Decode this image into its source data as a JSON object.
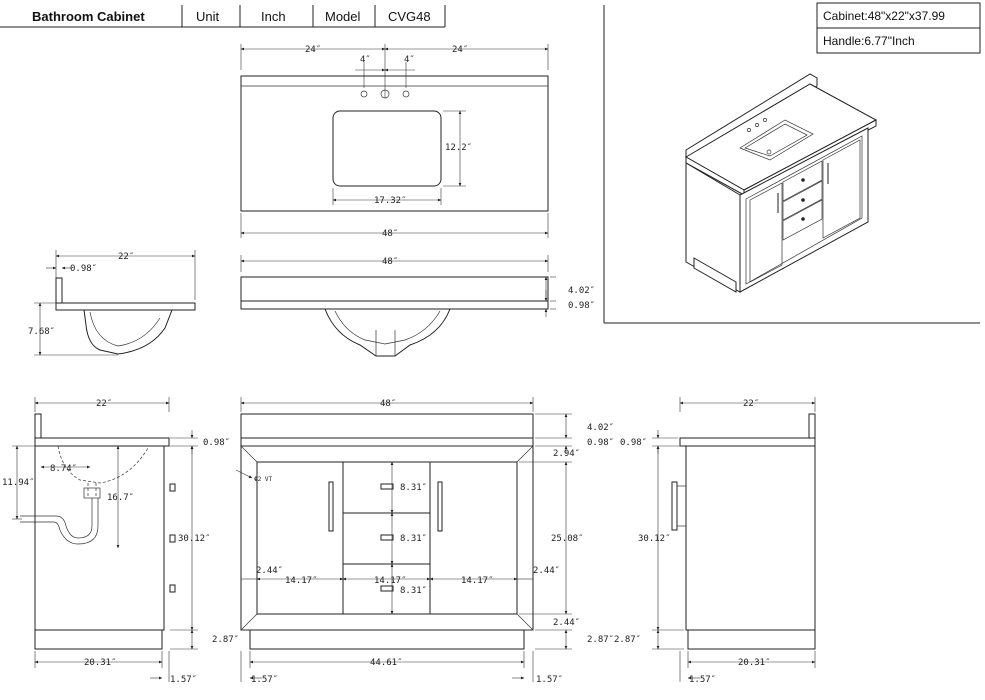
{
  "header": {
    "product": "Bathroom Cabinet",
    "unit_label": "Unit",
    "unit_value": "Inch",
    "model_label": "Model",
    "model_value": "CVG48"
  },
  "specs": {
    "cabinet": "Cabinet:48\"x22\"x37.99",
    "handle": "Handle:6.77\"Inch"
  },
  "top_view": {
    "half_left": "24″",
    "half_right": "24″",
    "hole_left": "4″",
    "hole_right": "4″",
    "sink_depth": "12.2″",
    "sink_width": "17.32″",
    "total_width": "48″"
  },
  "top_side_view": {
    "depth": "22″",
    "backsplash": "0.98″",
    "sink_height": "7.68″"
  },
  "top_front_view": {
    "width": "48″",
    "backsplash_height": "4.02″",
    "top_thickness": "0.98″"
  },
  "left_view": {
    "depth": "22″",
    "top_thickness": "0.98″",
    "drain_height": "11.94″",
    "drain_offset": "8.74″",
    "drain_depth": "16.7″",
    "body_height": "30.12″",
    "toe_kick": "2.87″",
    "base_depth": "20.31″",
    "base_inset": "1.57″"
  },
  "front_view": {
    "width": "48″",
    "backsplash_height": "4.02″",
    "top_thickness": "0.98″",
    "frame_top": "2.94″",
    "vent_label": "Φ2 VT",
    "drawer1": "8.31″",
    "drawer2": "8.31″",
    "drawer3": "8.31″",
    "body_height": "25.08″",
    "stile_left": "2.44″",
    "stile_right": "2.44″",
    "door_left": "14.17″",
    "drawer_width": "14.17″",
    "door_right": "14.17″",
    "frame_bottom": "2.44″",
    "toe_kick": "2.87″",
    "base_width": "44.61″",
    "base_inset_left": "1.57″",
    "base_inset_right": "1.57″"
  },
  "right_view": {
    "depth": "22″",
    "top_thickness": "0.98″",
    "body_height": "30.12″",
    "toe_kick": "2.87″",
    "base_depth": "20.31″",
    "base_inset": "1.57″"
  }
}
